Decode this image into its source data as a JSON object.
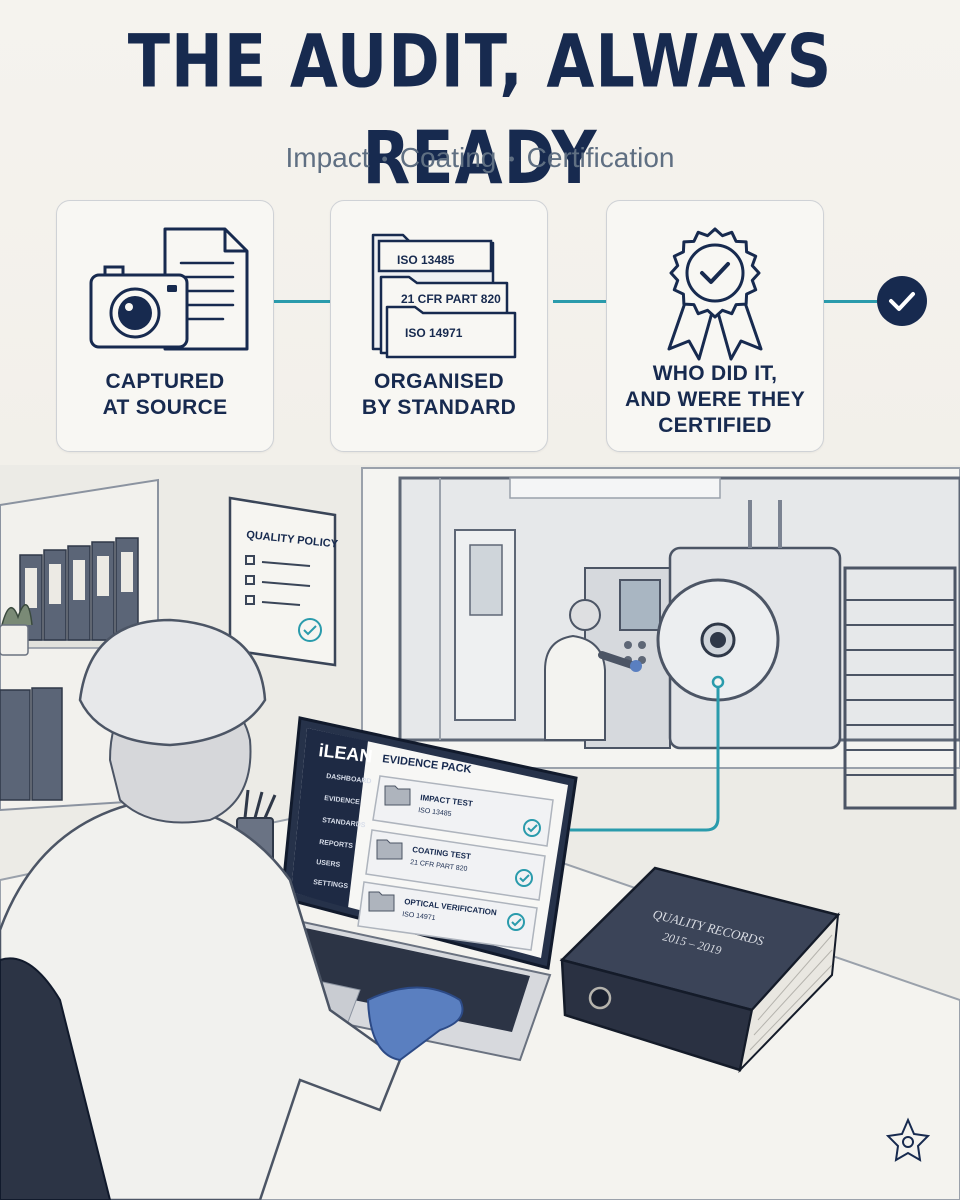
{
  "header": {
    "title": "THE AUDIT, ALWAYS READY",
    "subtitle": [
      "Impact",
      "Coating",
      "Certification"
    ]
  },
  "steps": [
    {
      "label_lines": [
        "CAPTURED",
        "AT SOURCE"
      ],
      "icon": "camera-document-icon"
    },
    {
      "label_lines": [
        "ORGANISED",
        "BY STANDARD"
      ],
      "icon": "folders-icon",
      "folders": [
        "ISO 13485",
        "21 CFR PART 820",
        "ISO 14971"
      ]
    },
    {
      "label_lines": [
        "WHO DID IT,",
        "AND WERE THEY",
        "CERTIFIED"
      ],
      "icon": "certified-badge-icon"
    }
  ],
  "poster": {
    "title": "QUALITY POLICY"
  },
  "laptop": {
    "app_name": "iLEAN",
    "nav": [
      "DASHBOARD",
      "EVIDENCE",
      "STANDARDS",
      "REPORTS",
      "USERS",
      "SETTINGS"
    ],
    "panel_title": "EVIDENCE PACK",
    "records": [
      {
        "title": "IMPACT TEST",
        "standard": "ISO 13485"
      },
      {
        "title": "COATING TEST",
        "standard": "21 CFR PART 820"
      },
      {
        "title": "OPTICAL VERIFICATION",
        "standard": "ISO 14971"
      }
    ]
  },
  "binder": {
    "title": "QUALITY RECORDS",
    "years": "2015 – 2019"
  },
  "colors": {
    "navy": "#172a4f",
    "teal": "#2a9bac",
    "glove": "#5a7fc0"
  }
}
